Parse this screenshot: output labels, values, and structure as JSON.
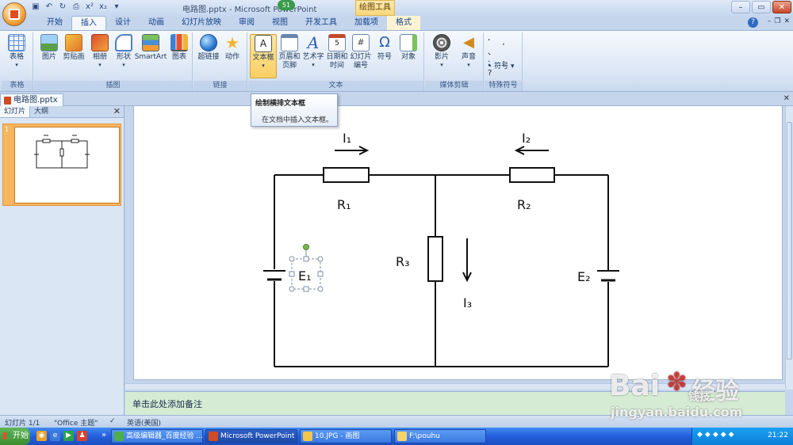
{
  "window": {
    "title": "电路图.pptx - Microsoft PowerPoint",
    "context_tool": "绘图工具",
    "badge": "51"
  },
  "tabs": [
    "开始",
    "插入",
    "设计",
    "动画",
    "幻灯片放映",
    "审阅",
    "视图",
    "开发工具",
    "加载项",
    "格式"
  ],
  "active_tab": "插入",
  "ribbon": {
    "groups": {
      "table": "表格",
      "illustrations": "插图",
      "links": "链接",
      "text": "文本",
      "media": "媒体剪辑",
      "special": "特殊符号"
    },
    "buttons": {
      "table": "表格",
      "picture": "图片",
      "clipart": "剪贴画",
      "album": "相册",
      "shapes": "形状",
      "smartart": "SmartArt",
      "chart": "图表",
      "hyperlink": "超链接",
      "action": "动作",
      "textbox": "文本框",
      "header_line1": "页眉和",
      "header_line2": "页脚",
      "wordart": "艺术字",
      "datetime_line1": "日期和",
      "datetime_line2": "时间",
      "slidenum_line1": "幻灯片",
      "slidenum_line2": "编号",
      "symbol": "符号",
      "object": "对象",
      "movie": "影片",
      "sound": "声音",
      "symbol_dd": "符号"
    }
  },
  "tooltip": {
    "title": "绘制横排文本框",
    "body": "在文档中插入文本框。"
  },
  "document_tab": "电路图.pptx",
  "left_pane": {
    "tabs": [
      "幻灯片",
      "大纲"
    ],
    "slide_number": "1"
  },
  "slide": {
    "labels": {
      "i1": "I₁",
      "i2": "I₂",
      "i3": "I₃",
      "r1": "R₁",
      "r2": "R₂",
      "r3": "R₃",
      "e1": "E₁",
      "e2": "E₂"
    }
  },
  "notes": "单击此处添加备注",
  "statusbar": {
    "slide": "幻灯片 1/1",
    "theme": "\"Office 主题\"",
    "language": "英语(美国)"
  },
  "taskbar": {
    "start": "开始",
    "tasks": [
      "高级编辑器_百度经验 ...",
      "Microsoft PowerPoint - [...",
      "10.JPG - 画图",
      "F:\\pouhu"
    ],
    "more": "»",
    "clock": "21:22"
  },
  "watermark": {
    "brand": "Bai",
    "brand2": "经验",
    "url": "jingyan.baidu.com",
    "corner": "钱技"
  },
  "colors": {
    "ribbon_bg": "#dbe6f5",
    "active_button": "#f9cf63",
    "notes_bg": "#d6ebd4",
    "taskbar": "#245edb",
    "selection_handle": "#7ab648"
  }
}
